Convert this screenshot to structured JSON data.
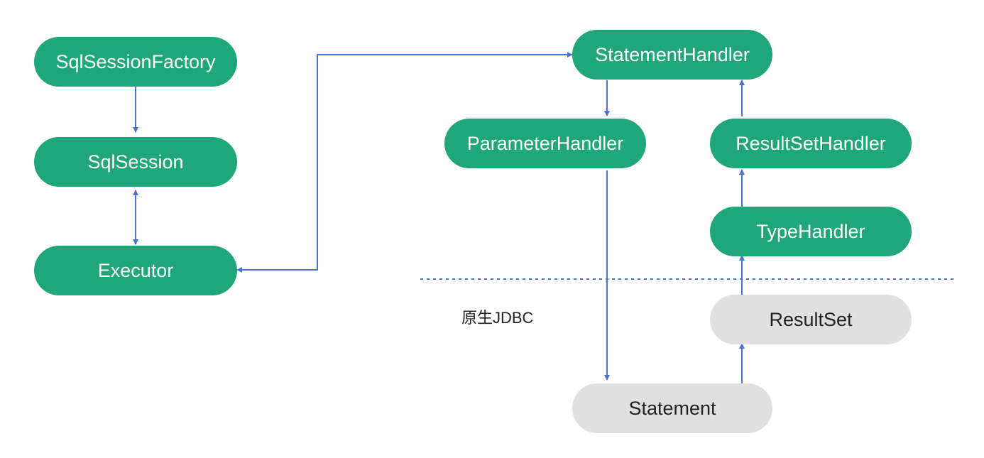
{
  "diagram": {
    "nodes": {
      "sql_session_factory": "SqlSessionFactory",
      "sql_session": "SqlSession",
      "executor": "Executor",
      "statement_handler": "StatementHandler",
      "parameter_handler": "ParameterHandler",
      "result_set_handler": "ResultSetHandler",
      "type_handler": "TypeHandler",
      "result_set": "ResultSet",
      "statement": "Statement"
    },
    "region_label": "原生JDBC",
    "colors": {
      "node_green": "#1fa67a",
      "node_gray": "#e0e0e0",
      "arrow": "#4a74d4",
      "divider": "#4a74d4"
    }
  }
}
